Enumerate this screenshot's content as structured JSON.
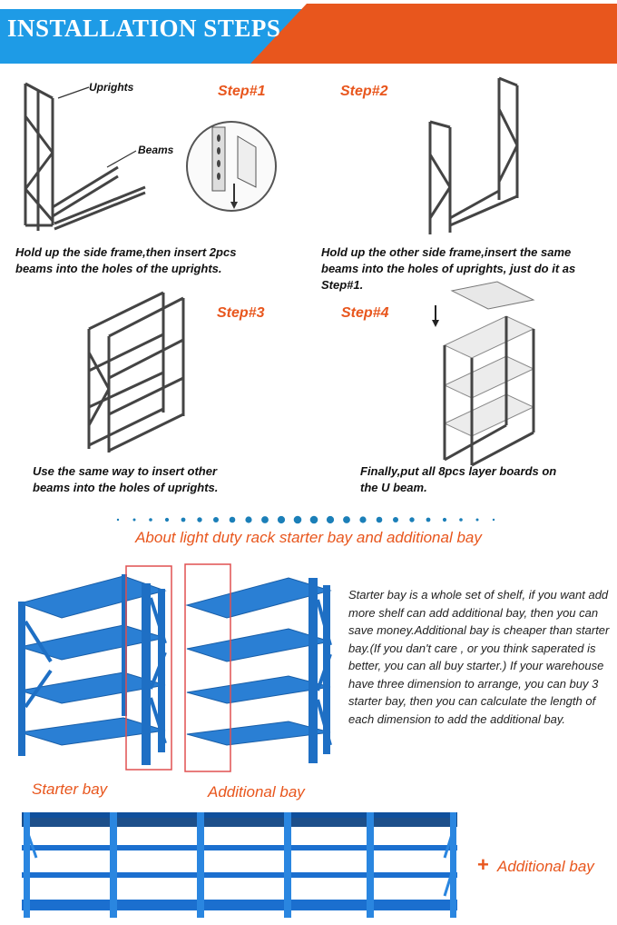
{
  "header": {
    "title": "INSTALLATION STEPS",
    "color_blue": "#1e9be6",
    "color_orange": "#e8561d"
  },
  "steps": [
    {
      "label": "Step#1",
      "text_lines": [
        "Hold up the side frame,then insert 2pcs",
        "beams into the holes of the uprights."
      ]
    },
    {
      "label": "Step#2",
      "text_lines": [
        "Hold up the other side frame,insert the same",
        "beams into the holes of uprights, just do it as",
        "Step#1."
      ]
    },
    {
      "label": "Step#3",
      "text_lines": [
        "Use the same way to insert other",
        "beams into the holes of uprights."
      ]
    },
    {
      "label": "Step#4",
      "text_lines": [
        "Finally,put all 8pcs layer boards on",
        "the U beam."
      ]
    }
  ],
  "parts": {
    "uprights": "Uprights",
    "beams": "Beams"
  },
  "about": {
    "title": "About light duty rack starter bay and additional bay",
    "paragraph": "Starter bay is a whole set of shelf, if you want add more shelf can add additional bay, then you can save money.Additional bay is cheaper than starter bay.(If you dan't care , or you think saperated is better, you can all buy starter.) If your warehouse have three dimension to arrange, you can buy 3 starter bay, then you can calculate the length of each dimension to add the additional bay.",
    "starter_label": "Starter bay",
    "additional_label": "Additional bay",
    "plus_symbol": "+",
    "plus_label": "Additional bay"
  }
}
